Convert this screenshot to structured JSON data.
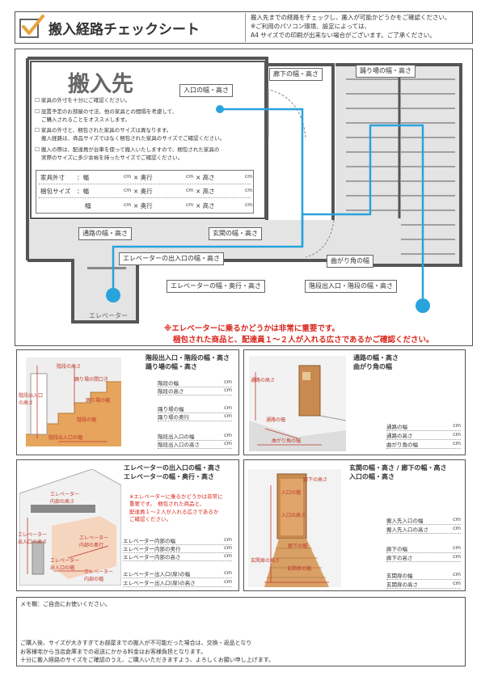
{
  "header": {
    "title": "搬入経路チェックシート",
    "note1": "搬入先までの経路をチェックし、搬入が可能かどうかをご確認ください。",
    "note2": "※ご利用のパソコン環境、設定によっては、",
    "note3": "A4 サイズでの印刷が出来ない場合がございます。ご了承ください。"
  },
  "destination": {
    "title": "搬入先",
    "check1": "家具の外寸を十分にご確認ください。",
    "check2a": "設置予定のお部屋の寸法、他の家具との間隔を考慮して、",
    "check2b": "ご購入されることをオススメします。",
    "check3a": "家具の外寸と、梱包された家具のサイズは異なります。",
    "check3b": "搬入経路は、商品サイズではなく梱包された家具のサイズでご確認ください。",
    "check4a": "搬入の際は、配達員が台車を使って搬入いたしますので、梱包された家具の",
    "check4b": "実際のサイズに多少余裕を持ったサイズでご確認ください。",
    "outer_label": "家具外寸",
    "pack_label": "梱包サイズ",
    "width": "：幅",
    "width2": "幅",
    "cm": "cm",
    "depth": "× 奥行",
    "height": "× 高さ"
  },
  "floor_labels": {
    "entrance": "入口の幅・高さ",
    "hallway": "廊下の幅・高さ",
    "landing": "踊り場の幅・高さ",
    "passage": "通路の幅・高さ",
    "genkan": "玄関の幅・高さ",
    "elev_door": "エレベーターの出入口の幅・高さ",
    "corner": "曲がり角の幅",
    "elev_size": "エレベーターの幅・奥行・高さ",
    "stairs": "階段出入口・階段の幅・高さ",
    "elevator": "エレベーター"
  },
  "warning": {
    "line1": "※エレベーターに乗るかどうかは非常に重要です。",
    "line2": "梱包された商品と、配達員１～２人が入れる広さであるかご確認ください。"
  },
  "panels": {
    "stairs": {
      "title1": "階段出入口・階段の幅・高さ",
      "title2": "踊り場の幅・高さ",
      "d1": "階段の高さ",
      "d2": "踊り場の間口き",
      "d3": "踊り場の幅",
      "d4": "階段出入口の高さ",
      "d5": "階段の幅",
      "d6": "階段出入口の幅",
      "rows": [
        "階段の幅",
        "階段の高さ",
        "踊り場の幅",
        "踊り場の奥行",
        "階段出入口の幅",
        "階段出入口の高さ"
      ]
    },
    "passage": {
      "title1": "通路の幅・高さ",
      "title2": "曲がり角の幅",
      "d1": "通路の高さ",
      "d2": "通路の幅",
      "d3": "曲がり角の幅",
      "rows": [
        "通路の幅",
        "通路の高さ",
        "曲がり角の幅"
      ]
    },
    "elevator": {
      "title1": "エレベーターの出入口の幅・高さ",
      "title2": "エレベーターの幅・奥行・高さ",
      "note1": "※エレベーターに乗るかどうかは非常に",
      "note2": "重要です。　梱包された商品と、",
      "note3": "配達員１～２人が入れる広さであるか",
      "note4": "ご確認ください。",
      "d1": "エレベーター内部の高さ",
      "d2": "エレベーター出入口の高さ",
      "d3": "エレベーター内部の奥行",
      "d4": "エレベーター出入口の幅",
      "d5": "エレベーター内部の幅",
      "rows": [
        "エレベーター内部の幅",
        "エレベーター内部の奥行",
        "エレベーター内部の高さ",
        "エレベーター出入口(扉)の幅",
        "エレベーター出入口(扉)の高さ"
      ]
    },
    "genkan": {
      "title1": "玄関の幅・高さ / 廊下の幅・高さ",
      "title2": "入口の幅・高さ",
      "d1": "廊下の高さ",
      "d2": "入口の幅",
      "d3": "入口の高さ",
      "d4": "廊下の幅",
      "d5": "玄関扉の高さ",
      "d6": "玄関扉の幅",
      "rows": [
        "搬入先入口の幅",
        "搬入先入口の高さ",
        "廊下の幅",
        "廊下の高さ",
        "玄関扉の幅",
        "玄関扉の高さ"
      ]
    },
    "cm": "cm"
  },
  "memo": {
    "label": "メモ欄：ご自由にお使いください。",
    "f1": "ご購入後、サイズが大きすぎてお部屋までの搬入が不可能だった場合は、交換・返品となり",
    "f2": "お客様宅から当店倉庫までの返送にかかる料金はお客様負担となります。",
    "f3": "十分に搬入経路のサイズをご確認のうえ、ご購入いただきますよう、よろしくお願い申し上げます。"
  },
  "colors": {
    "route": "#29a3dc",
    "red": "#d9261c",
    "accent": "#e8a33d"
  }
}
